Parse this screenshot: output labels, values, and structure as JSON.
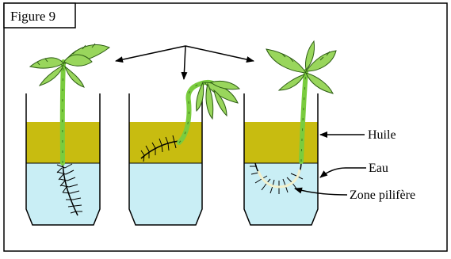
{
  "figure": {
    "title": "Figure 9"
  },
  "labels": {
    "oil": "Huile",
    "water": "Eau",
    "root_hair_zone": "Zone pilifère"
  },
  "colors": {
    "oil": "#c8bc10",
    "water": "#c9eef5",
    "stem": "#7acc3e",
    "leaf": "#99d65c",
    "root_hairs": "#000000"
  },
  "containers": [
    {
      "plant": "upright-seedling",
      "roots": "in-water"
    },
    {
      "plant": "bent-seedling",
      "roots": "in-oil"
    },
    {
      "plant": "upright-seedling",
      "roots": "curved-in-water"
    }
  ]
}
